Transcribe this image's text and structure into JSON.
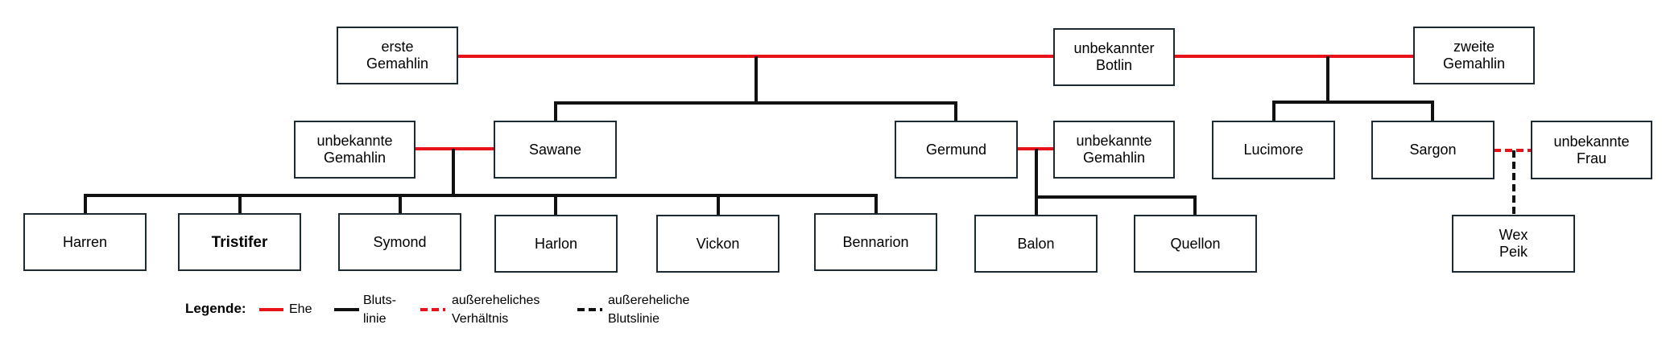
{
  "persons": {
    "erste_gemahlin": "erste\nGemahlin",
    "botlin": "unbekannter\nBotlin",
    "zweite_gemahlin": "zweite\nGemahlin",
    "gemahlin_sawane": "unbekannte\nGemahlin",
    "sawane": "Sawane",
    "germund": "Germund",
    "gemahlin_germund": "unbekannte\nGemahlin",
    "lucimore": "Lucimore",
    "sargon": "Sargon",
    "frau_sargon": "unbekannte\nFrau",
    "harren": "Harren",
    "tristifer": "Tristifer",
    "symond": "Symond",
    "harlon": "Harlon",
    "vickon": "Vickon",
    "bennarion": "Bennarion",
    "balon": "Balon",
    "quellon": "Quellon",
    "wex": "Wex\nPeik"
  },
  "legend": {
    "title": "Legende:",
    "ehe": "Ehe",
    "blutslinie": "Bluts-\nlinie",
    "verhaeltnis": "außereheliches\nVerhältnis",
    "ausser_blutslinie": "außereheliche\nBlutslinie"
  },
  "colors": {
    "marriage": "#e8131a",
    "bloodline": "#111111",
    "box_border": "#1c2b33"
  }
}
